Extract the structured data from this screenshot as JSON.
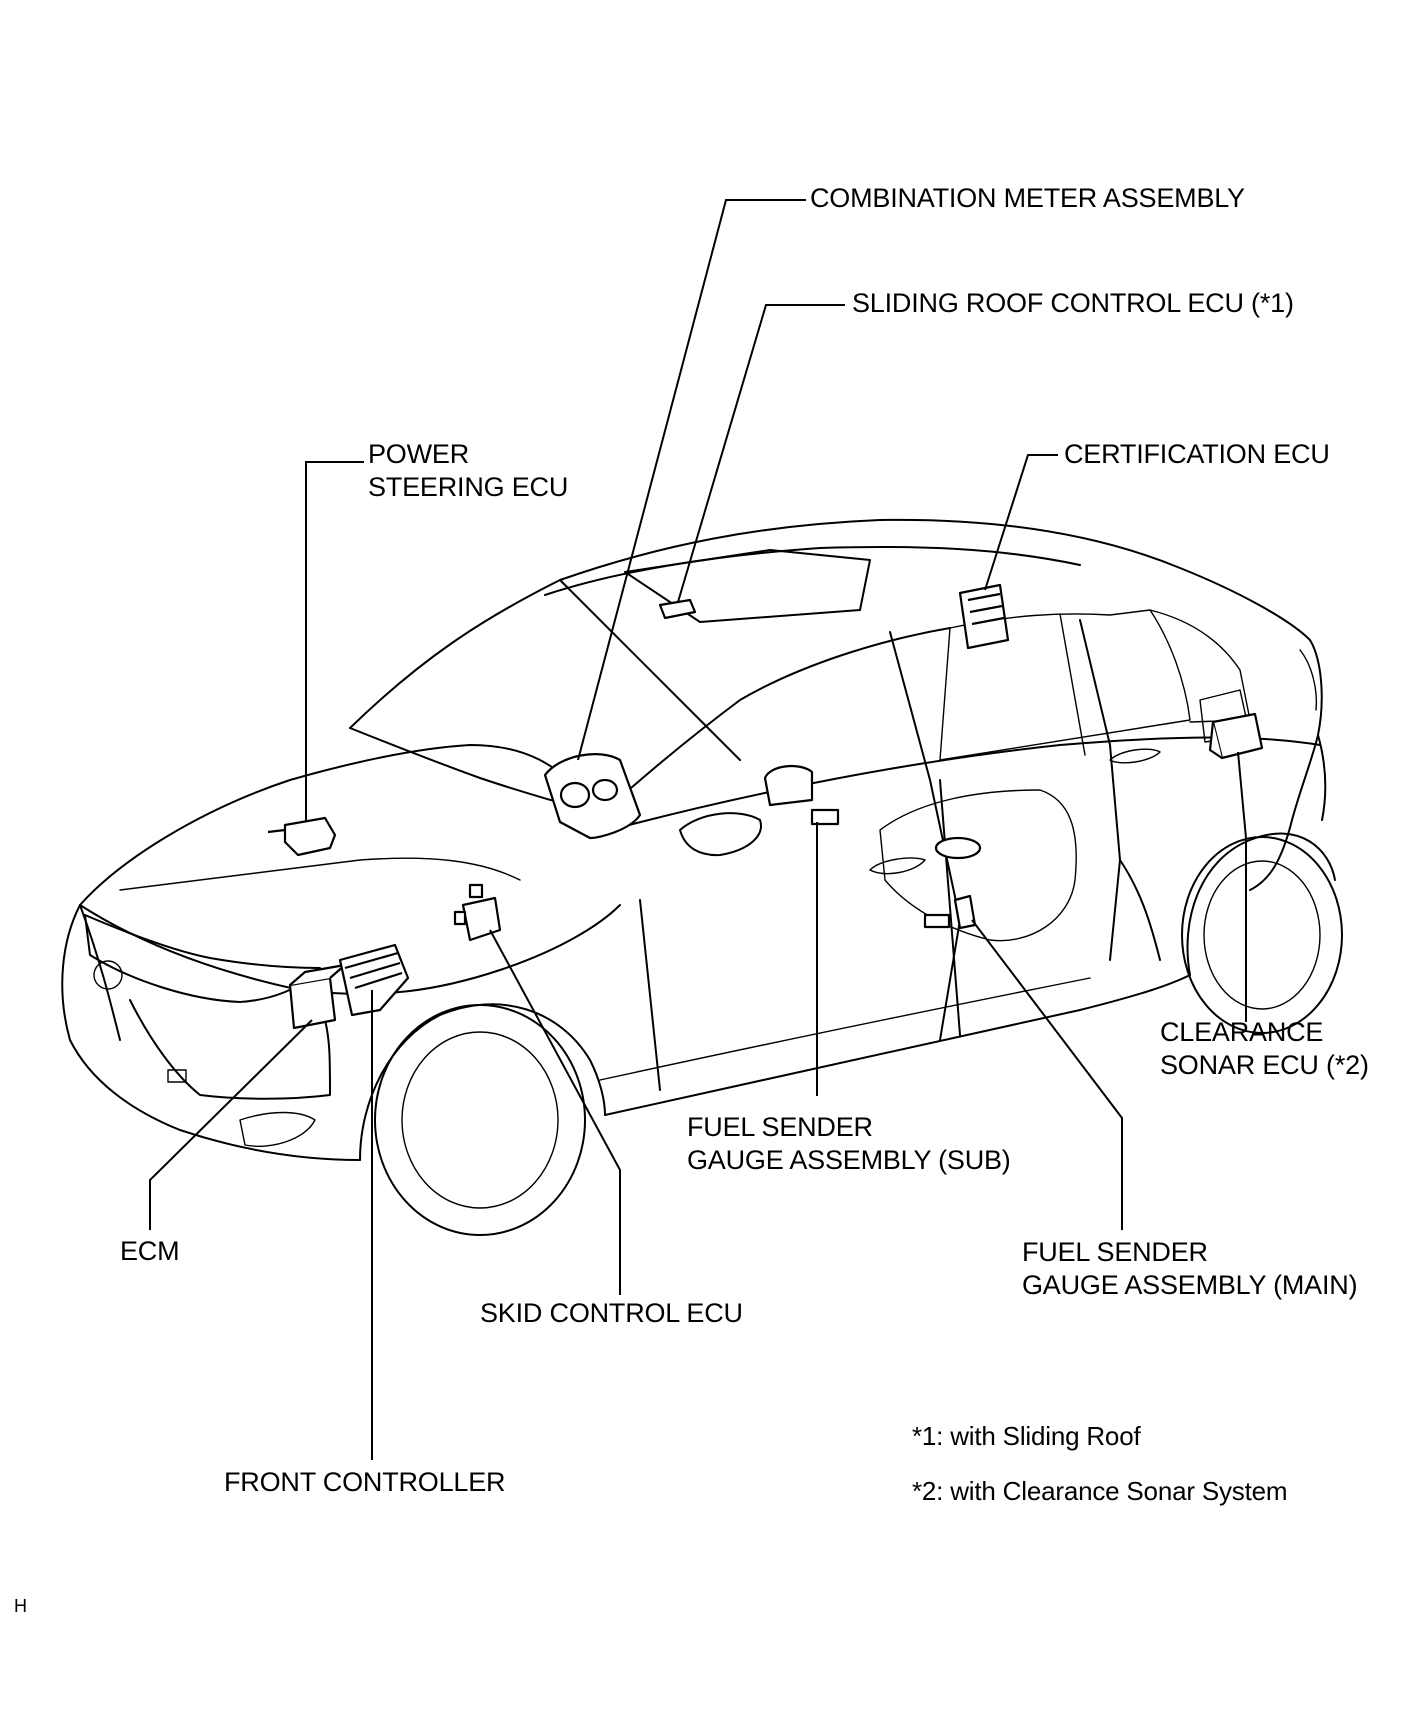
{
  "diagram": {
    "labels": {
      "combination_meter": "COMBINATION METER ASSEMBLY",
      "sliding_roof_ecu": "SLIDING ROOF CONTROL ECU (*1)",
      "power_steering_ecu_line1": "POWER",
      "power_steering_ecu_line2": "STEERING ECU",
      "certification_ecu": "CERTIFICATION ECU",
      "clearance_sonar_ecu_line1": "CLEARANCE",
      "clearance_sonar_ecu_line2": "SONAR ECU (*2)",
      "fuel_sender_sub_line1": "FUEL SENDER",
      "fuel_sender_sub_line2": "GAUGE ASSEMBLY (SUB)",
      "fuel_sender_main_line1": "FUEL SENDER",
      "fuel_sender_main_line2": "GAUGE ASSEMBLY (MAIN)",
      "ecm": "ECM",
      "skid_control_ecu": "SKID CONTROL ECU",
      "front_controller": "FRONT CONTROLLER"
    },
    "notes": {
      "note1": "*1: with Sliding Roof",
      "note2": "*2: with Clearance Sonar System"
    },
    "figure_code": "H"
  }
}
